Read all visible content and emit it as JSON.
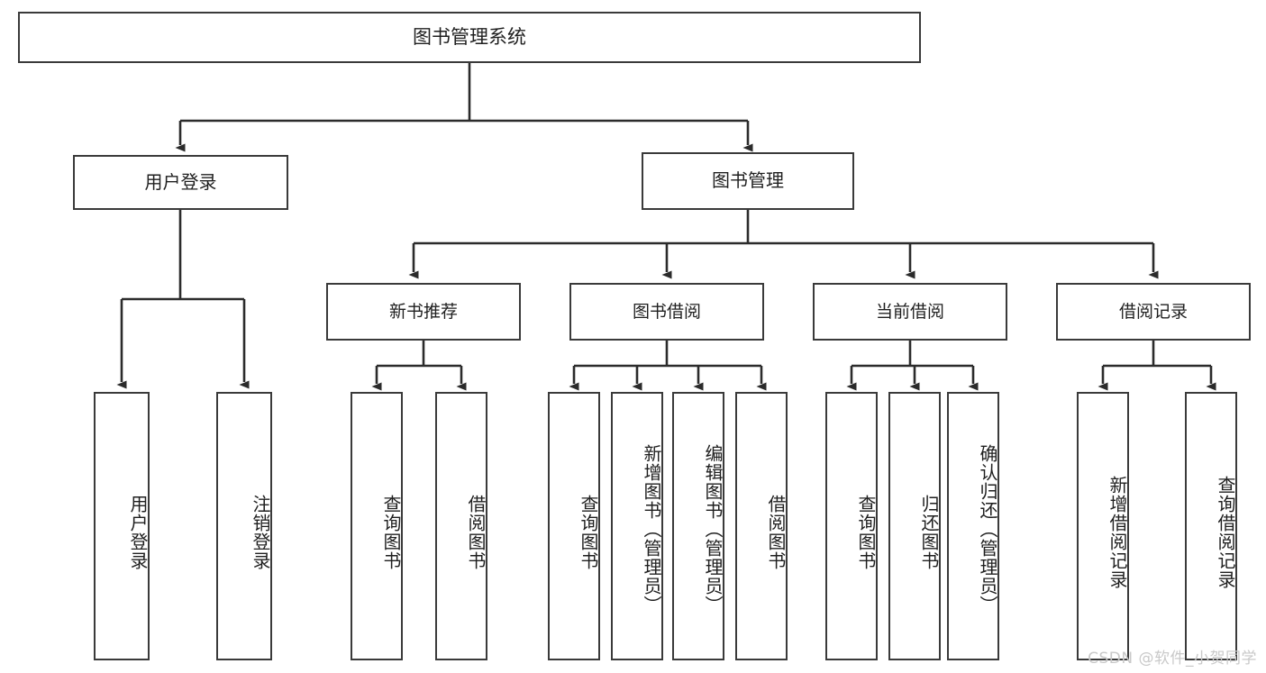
{
  "diagram": {
    "type": "tree-hierarchy",
    "title": "图书管理系统",
    "root": {
      "label": "图书管理系统"
    },
    "level2": [
      {
        "id": "user-login",
        "label": "用户登录"
      },
      {
        "id": "book-manage",
        "label": "图书管理"
      }
    ],
    "level3": [
      {
        "id": "new-book-recommend",
        "label": "新书推荐",
        "parent": "book-manage"
      },
      {
        "id": "book-borrow",
        "label": "图书借阅",
        "parent": "book-manage"
      },
      {
        "id": "current-borrow",
        "label": "当前借阅",
        "parent": "book-manage"
      },
      {
        "id": "borrow-record",
        "label": "借阅记录",
        "parent": "book-manage"
      }
    ],
    "leaves": [
      {
        "id": "leaf-user-login",
        "label": "用户登录",
        "parent": "user-login"
      },
      {
        "id": "leaf-logout",
        "label": "注销登录",
        "parent": "user-login"
      },
      {
        "id": "leaf-query-book-1",
        "label": "查询图书",
        "parent": "new-book-recommend"
      },
      {
        "id": "leaf-borrow-book-1",
        "label": "借阅图书",
        "parent": "new-book-recommend"
      },
      {
        "id": "leaf-query-book-2",
        "label": "查询图书",
        "parent": "book-borrow"
      },
      {
        "id": "leaf-add-book",
        "label": "新增图书（管理员）",
        "parent": "book-borrow"
      },
      {
        "id": "leaf-edit-book",
        "label": "编辑图书（管理员）",
        "parent": "book-borrow"
      },
      {
        "id": "leaf-borrow-book-2",
        "label": "借阅图书",
        "parent": "book-borrow"
      },
      {
        "id": "leaf-query-book-3",
        "label": "查询图书",
        "parent": "current-borrow"
      },
      {
        "id": "leaf-return-book",
        "label": "归还图书",
        "parent": "current-borrow"
      },
      {
        "id": "leaf-confirm-return",
        "label": "确认归还（管理员）",
        "parent": "current-borrow"
      },
      {
        "id": "leaf-add-record",
        "label": "新增借阅记录",
        "parent": "borrow-record"
      },
      {
        "id": "leaf-query-record",
        "label": "查询借阅记录",
        "parent": "borrow-record"
      }
    ],
    "colors": {
      "box_border": "#3a3a3a",
      "connector": "#2b2b2b",
      "background": "#ffffff",
      "text": "#1f1f1f",
      "watermark": "#c9c9c9"
    }
  },
  "watermark": {
    "text": "CSDN @软件_小贺同学"
  }
}
